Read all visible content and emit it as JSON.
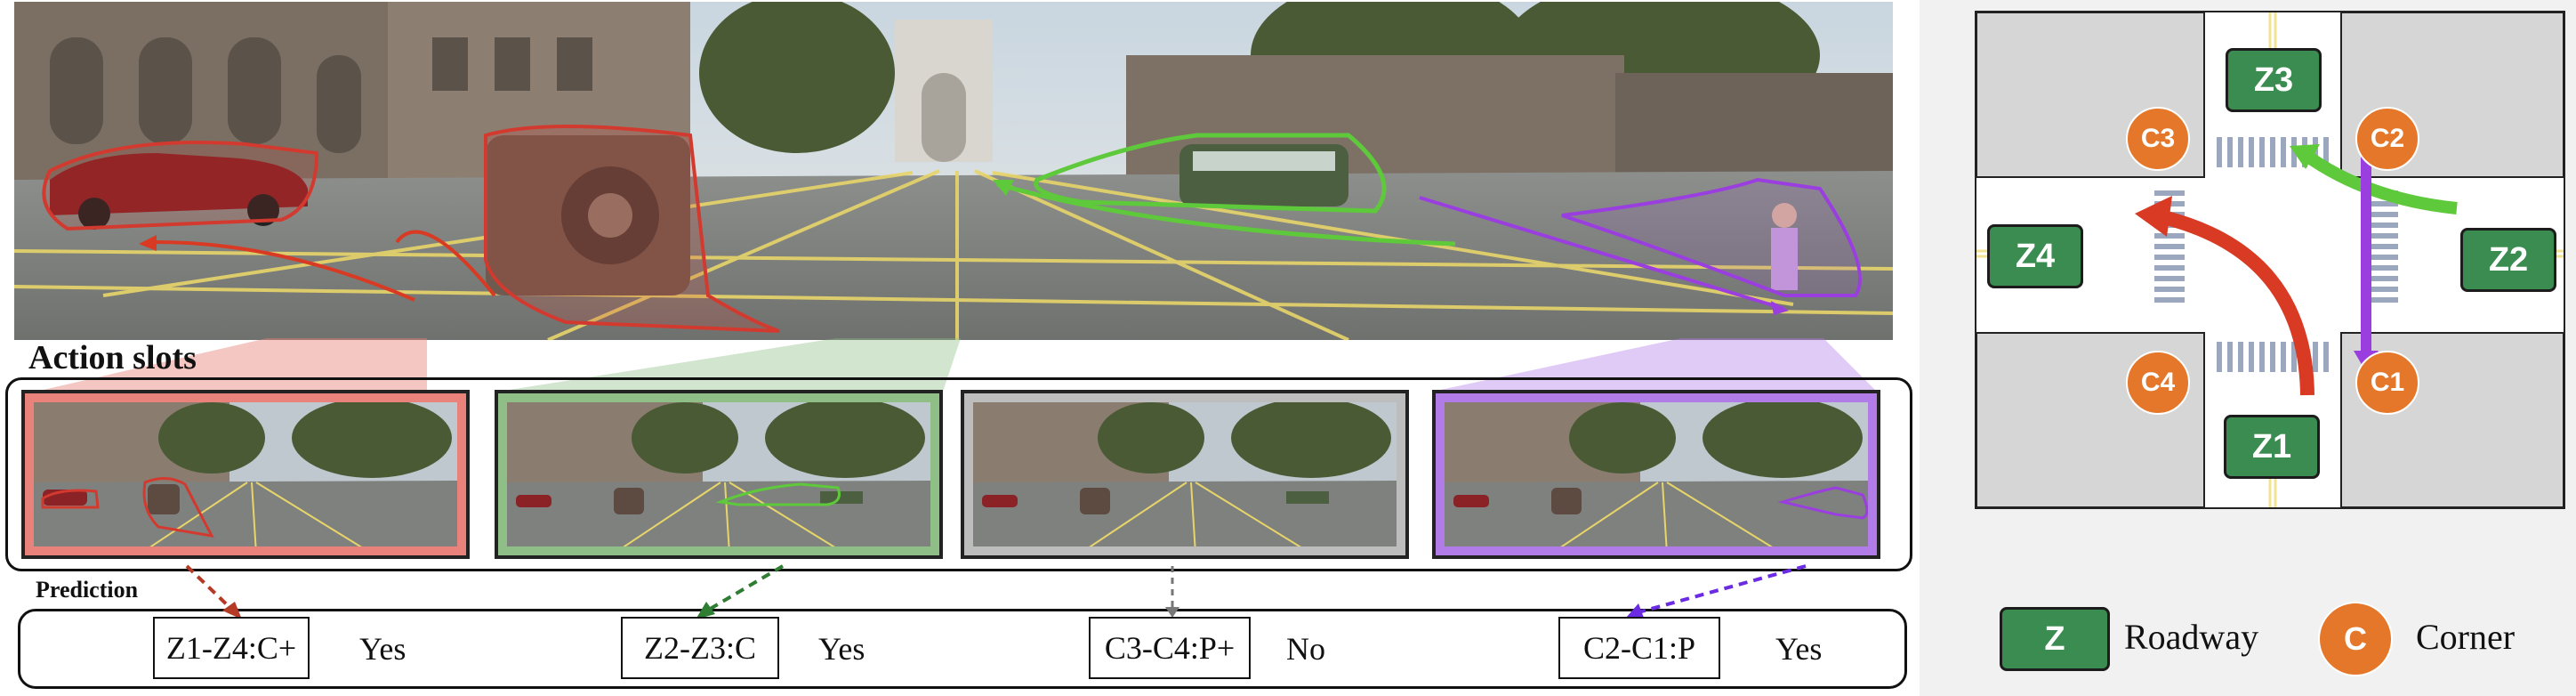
{
  "labels": {
    "action_slots": "Action slots",
    "prediction": "Prediction"
  },
  "predictions": [
    {
      "code": "Z1-Z4:C+",
      "answer": "Yes",
      "color": "#b53a25"
    },
    {
      "code": "Z2-Z3:C",
      "answer": "Yes",
      "color": "#2e7d32"
    },
    {
      "code": "C3-C4:P+",
      "answer": "No",
      "color": "#777777"
    },
    {
      "code": "C2-C1:P",
      "answer": "Yes",
      "color": "#6a2be2"
    }
  ],
  "slot_colors": [
    "#e8827a",
    "#8fbf86",
    "#bdbdbd",
    "#b27ce8"
  ],
  "map": {
    "zones": [
      "Z1",
      "Z2",
      "Z3",
      "Z4"
    ],
    "corners": [
      "C1",
      "C2",
      "C3",
      "C4"
    ]
  },
  "legend": {
    "zone_symbol": "Z",
    "zone_label": "Roadway",
    "corner_symbol": "C",
    "corner_label": "Corner"
  },
  "colors": {
    "zone": "#3a8c50",
    "corner": "#e5772a",
    "arrow_red": "#d93a23",
    "arrow_green": "#5ec93a",
    "arrow_purple": "#9a3ee0"
  }
}
